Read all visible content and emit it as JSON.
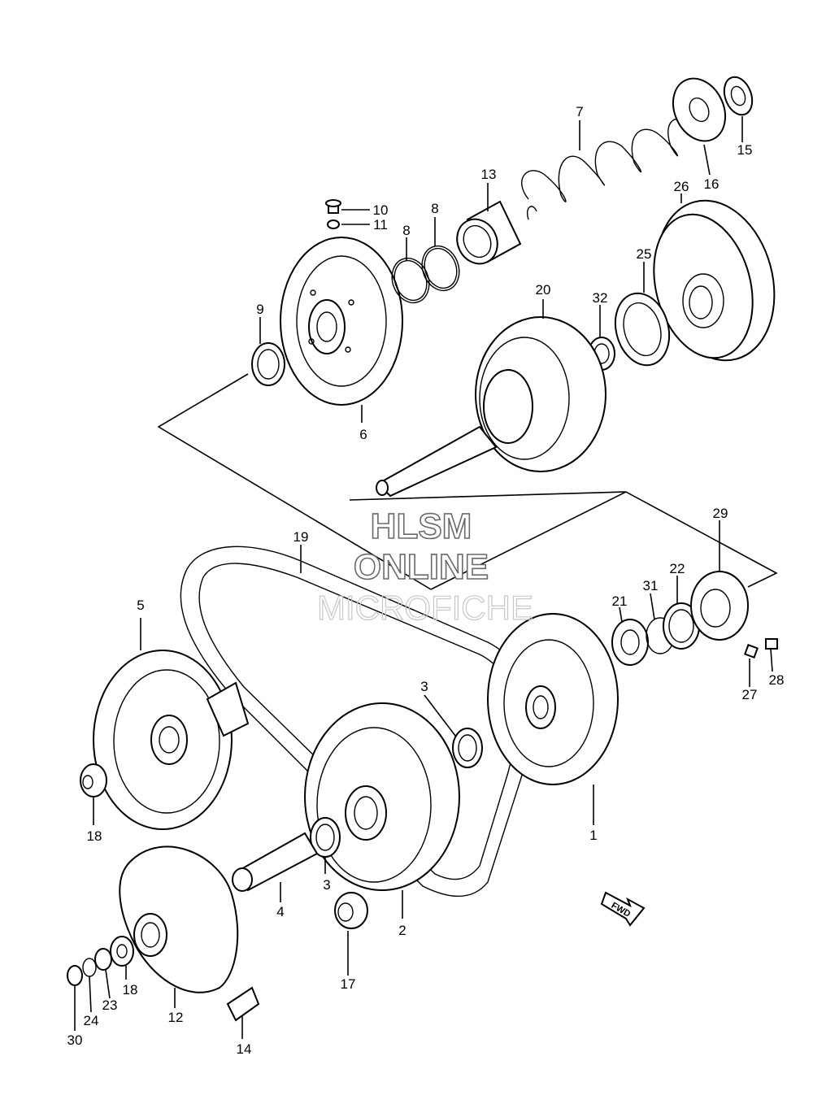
{
  "watermark": {
    "line1": "HLSM",
    "line2": "ONLINE",
    "line3": "MICROFICHE"
  },
  "fwd_label": "FWD",
  "callouts": [
    {
      "id": "p1",
      "text": "1"
    },
    {
      "id": "p2",
      "text": "2"
    },
    {
      "id": "p3a",
      "text": "3"
    },
    {
      "id": "p3b",
      "text": "3"
    },
    {
      "id": "p4",
      "text": "4"
    },
    {
      "id": "p5",
      "text": "5"
    },
    {
      "id": "p6",
      "text": "6"
    },
    {
      "id": "p7",
      "text": "7"
    },
    {
      "id": "p8a",
      "text": "8"
    },
    {
      "id": "p8b",
      "text": "8"
    },
    {
      "id": "p9",
      "text": "9"
    },
    {
      "id": "p10",
      "text": "10"
    },
    {
      "id": "p11",
      "text": "11"
    },
    {
      "id": "p12",
      "text": "12"
    },
    {
      "id": "p13",
      "text": "13"
    },
    {
      "id": "p14",
      "text": "14"
    },
    {
      "id": "p15",
      "text": "15"
    },
    {
      "id": "p16",
      "text": "16"
    },
    {
      "id": "p17",
      "text": "17"
    },
    {
      "id": "p18a",
      "text": "18"
    },
    {
      "id": "p18b",
      "text": "18"
    },
    {
      "id": "p19",
      "text": "19"
    },
    {
      "id": "p20",
      "text": "20"
    },
    {
      "id": "p21",
      "text": "21"
    },
    {
      "id": "p22",
      "text": "22"
    },
    {
      "id": "p23",
      "text": "23"
    },
    {
      "id": "p24",
      "text": "24"
    },
    {
      "id": "p25",
      "text": "25"
    },
    {
      "id": "p26",
      "text": "26"
    },
    {
      "id": "p27",
      "text": "27"
    },
    {
      "id": "p28",
      "text": "28"
    },
    {
      "id": "p29",
      "text": "29"
    },
    {
      "id": "p30",
      "text": "30"
    },
    {
      "id": "p31",
      "text": "31"
    },
    {
      "id": "p32",
      "text": "32"
    }
  ]
}
